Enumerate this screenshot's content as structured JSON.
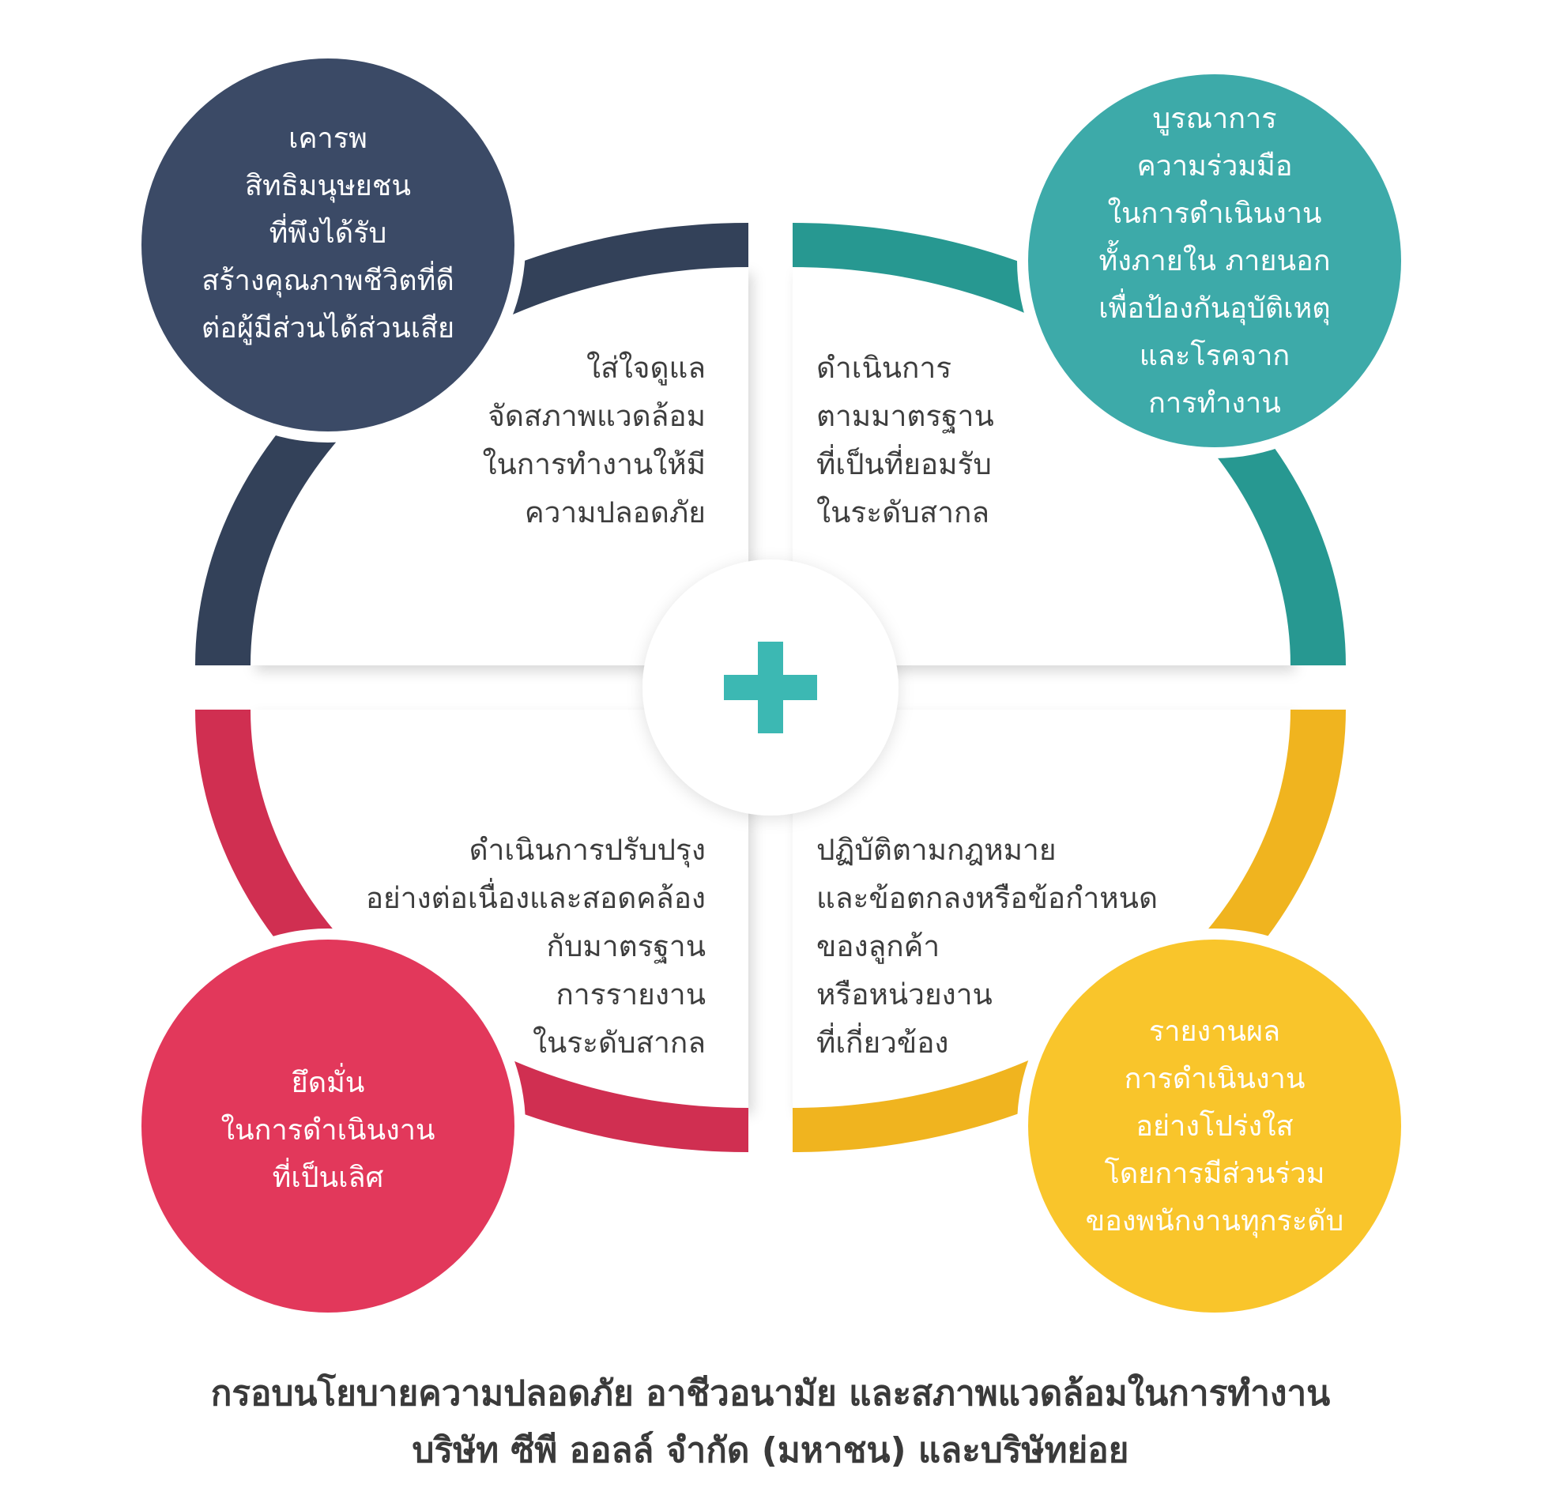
{
  "colors": {
    "navy": "#3b4a66",
    "navy_ring": "#334159",
    "teal": "#3daaa9",
    "teal_ring": "#279891",
    "red": "#e2385b",
    "red_ring": "#d02f51",
    "yellow": "#f9c52b",
    "yellow_ring": "#f0b41f",
    "plus": "#3cb8b3",
    "text_dark": "#3d3d3d"
  },
  "bubbles": {
    "top_left": [
      "เคารพ",
      "สิทธิมนุษยชน",
      "ที่พึงได้รับ",
      "สร้างคุณภาพชีวิตที่ดี",
      "ต่อผู้มีส่วนได้ส่วนเสีย"
    ],
    "top_right": [
      "บูรณาการ",
      "ความร่วมมือ",
      "ในการดำเนินงาน",
      "ทั้งภายใน ภายนอก",
      "เพื่อป้องกันอุบัติเหตุ",
      "และโรคจาก",
      "การทำงาน"
    ],
    "bottom_left": [
      "ยึดมั่น",
      "ในการดำเนินงาน",
      "ที่เป็นเลิศ"
    ],
    "bottom_right": [
      "รายงานผล",
      "การดำเนินงาน",
      "อย่างโปร่งใส",
      "โดยการมีส่วนร่วม",
      "ของพนักงานทุกระดับ"
    ]
  },
  "quadrants": {
    "top_left": [
      "ใส่ใจดูแล",
      "จัดสภาพแวดล้อม",
      "ในการทำงานให้มี",
      "ความปลอดภัย"
    ],
    "top_right": [
      "ดำเนินการ",
      "ตามมาตรฐาน",
      "ที่เป็นที่ยอมรับ",
      "ในระดับสากล"
    ],
    "bottom_left": [
      "ดำเนินการปรับปรุง",
      "อย่างต่อเนื่องและสอดคล้อง",
      "กับมาตรฐาน",
      "การรายงาน",
      "ในระดับสากล"
    ],
    "bottom_right": [
      "ปฏิบัติตามกฎหมาย",
      "และข้อตกลงหรือข้อกำหนด",
      "ของลูกค้า",
      "หรือหน่วยงาน",
      "ที่เกี่ยวข้อง"
    ]
  },
  "center_icon": "plus-icon",
  "caption": {
    "line1": "กรอบนโยบายความปลอดภัย อาชีวอนามัย และสภาพแวดล้อมในการทำงาน",
    "line2": "บริษัท ซีพี ออลล์ จำกัด (มหาชน) และบริษัทย่อย"
  }
}
